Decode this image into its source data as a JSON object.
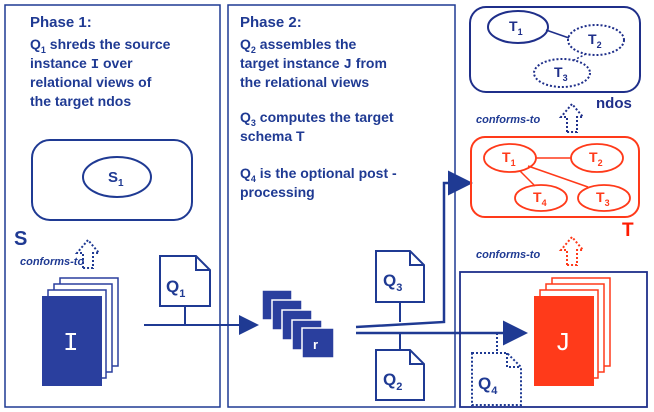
{
  "phase1": {
    "title": "Phase 1:",
    "line1_q": "Q",
    "line1_sub": "1",
    "line1_rest": " shreds the source",
    "line2_pre": "instance ",
    "line2_I": "I",
    "line2_post": " over",
    "line3": "relational views of",
    "line4": "the target ndos"
  },
  "phase2": {
    "title": "Phase 2:",
    "l1_q": "Q",
    "l1_sub": "2",
    "l1_rest": " assembles the",
    "l2_pre": "target instance ",
    "l2_J": "J",
    "l2_post": " from",
    "l3": "the relational views",
    "q3_q": "Q",
    "q3_sub": "3",
    "q3_rest": " computes the target",
    "q3_l2": "schema T",
    "q4_q": "Q",
    "q4_sub": "4",
    "q4_rest": " is the optional post -",
    "q4_l2": "processing"
  },
  "source_schema": {
    "label": "S",
    "node": "S",
    "node_sub": "1"
  },
  "conforms": [
    "conforms-to",
    "conforms-to",
    "conforms-to"
  ],
  "ndos": {
    "label": "ndos",
    "nodes": [
      {
        "t": "T",
        "s": "1"
      },
      {
        "t": "T",
        "s": "2"
      },
      {
        "t": "T",
        "s": "3"
      }
    ]
  },
  "target_schema": {
    "label": "T",
    "nodes": [
      {
        "t": "T",
        "s": "1"
      },
      {
        "t": "T",
        "s": "2"
      },
      {
        "t": "T",
        "s": "4"
      },
      {
        "t": "T",
        "s": "3"
      }
    ]
  },
  "docs": {
    "source": "I",
    "target": "J",
    "relational": "r"
  },
  "queries": {
    "q1": {
      "q": "Q",
      "s": "1"
    },
    "q2": {
      "q": "Q",
      "s": "2"
    },
    "q3": {
      "q": "Q",
      "s": "3"
    },
    "q4": {
      "q": "Q",
      "s": "4"
    }
  },
  "colors": {
    "blue": "#1f3a93",
    "navy": "#1f2f8a",
    "red": "#ff3a1a",
    "doc_blue": "#2a3f9e",
    "doc_red": "#ff3a1a"
  }
}
